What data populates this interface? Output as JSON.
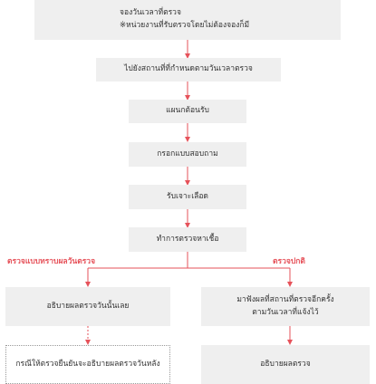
{
  "colors": {
    "accent": "#e6525a",
    "box": "#efefef",
    "text": "#333333"
  },
  "steps": [
    {
      "lines": [
        "จองวันเวลาที่ตรวจ",
        "※หน่วยงานที่รับตรวจโดยไม่ต้องจองก็มี"
      ]
    },
    {
      "lines": [
        "ไปยังสถานที่ที่กำหนดตามวันเวลาตรวจ"
      ]
    },
    {
      "lines": [
        "แผนกต้อนรับ"
      ]
    },
    {
      "lines": [
        "กรอกแบบสอบถาม"
      ]
    },
    {
      "lines": [
        "รับเจาะเลือด"
      ]
    },
    {
      "lines": [
        "ทำการตรวจหาเชื้อ"
      ]
    }
  ],
  "branches": {
    "left_label": "ตรวจแบบทราบผลวันตรวจ",
    "right_label": "ตรวจปกติ",
    "left": [
      {
        "lines": [
          "อธิบายผลตรวจวันนั้นเลย"
        ]
      },
      {
        "lines": [
          "กรณีให้ตรวจยืนยันจะอธิบายผลตรวจวันหลัง"
        ]
      }
    ],
    "right": [
      {
        "lines": [
          "มาฟังผลที่สถานที่ตรวจอีกครั้ง",
          "ตามวันเวลาที่แจ้งไว้"
        ]
      },
      {
        "lines": [
          "อธิบายผลตรวจ"
        ]
      }
    ]
  }
}
